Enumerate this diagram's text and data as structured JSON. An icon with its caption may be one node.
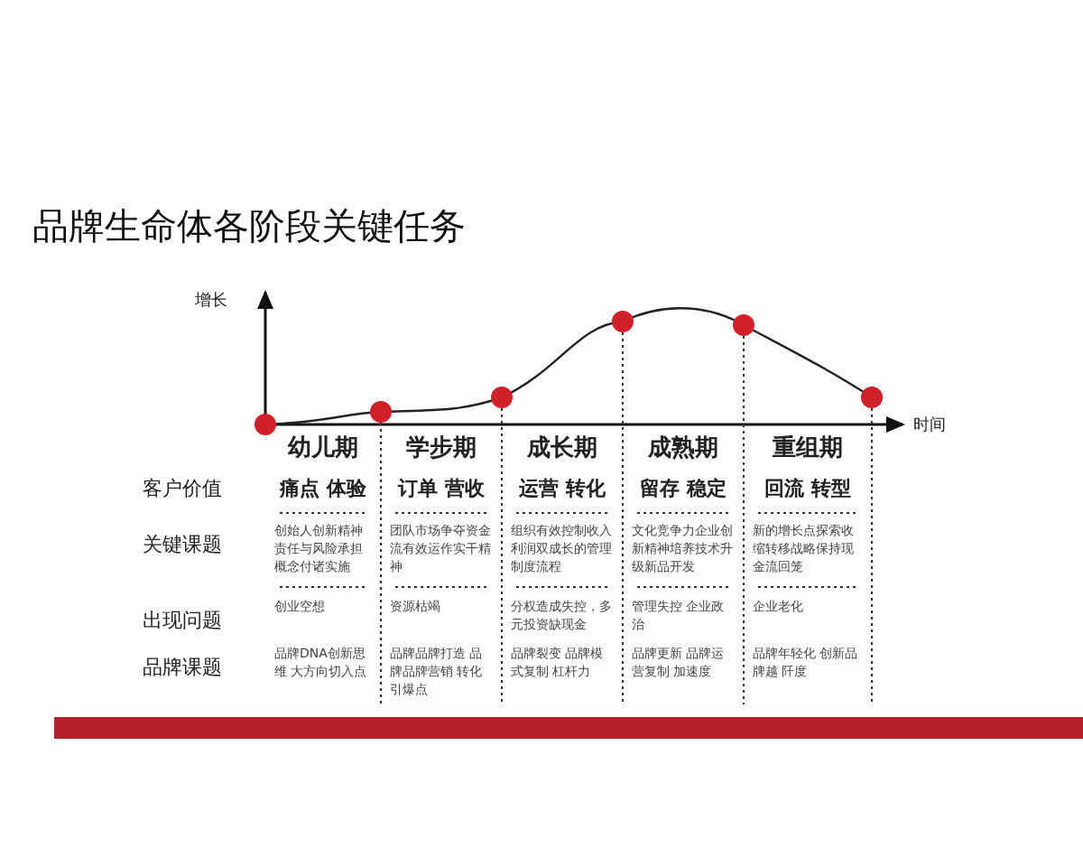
{
  "diagram": {
    "title": "品牌生命体各阶段关键任务",
    "labels": [
      "增长",
      "幼儿期",
      "学步期",
      "成长期",
      "成熟期",
      "重组期",
      "时间",
      "客户价值",
      "痛点 体验",
      "订单 营收",
      "运营 转化",
      "留存 稳定",
      "回流 转型",
      "关键课题",
      "创始人创新精神责任与风险承担概念付诸实施",
      "团队市场争夺资金流有效运作实干精神",
      "组织有效控制收入利润双成长的管理制度流程",
      "文化竞争力企业创新精神培养技术升级新品开发",
      "新的增长点探索收缩转移战略保持现金流回笼",
      "出现问题",
      "创业空想",
      "资源枯竭",
      "分权造成失控，多元投资缺现金",
      "管理失控 企业政治",
      "企业老化",
      "品牌课题",
      "品牌DNA创新思维 大方向切入点",
      "品牌品牌打造 品牌品牌营销 转化引爆点",
      "品牌裂变 品牌模式复制 杠杆力",
      "品牌更新 品牌运营复制 加速度",
      "品牌年轻化 创新品牌越 阡度"
    ]
  }
}
